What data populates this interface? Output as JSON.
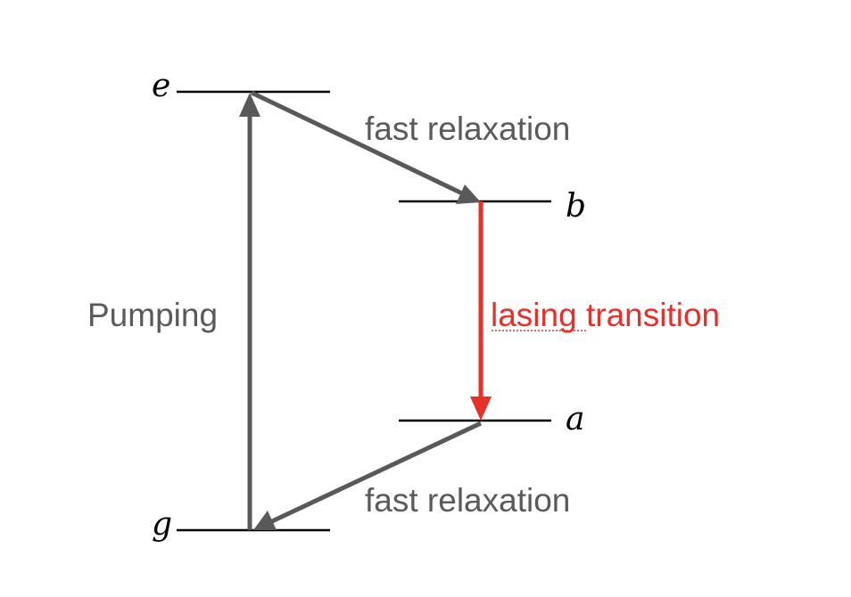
{
  "levels": {
    "e": "e",
    "b": "b",
    "a": "a",
    "g": "g"
  },
  "labels": {
    "pumping": "Pumping",
    "fast_relaxation_top": "fast relaxation",
    "lasing_word": "lasing",
    "lasing_rest": " transition",
    "fast_relaxation_bottom": "fast relaxation"
  },
  "colors": {
    "arrow_gray": "#595959",
    "lasing_red": "#e8302a",
    "text_gray": "#5a5a5a",
    "level_line": "#000000"
  }
}
